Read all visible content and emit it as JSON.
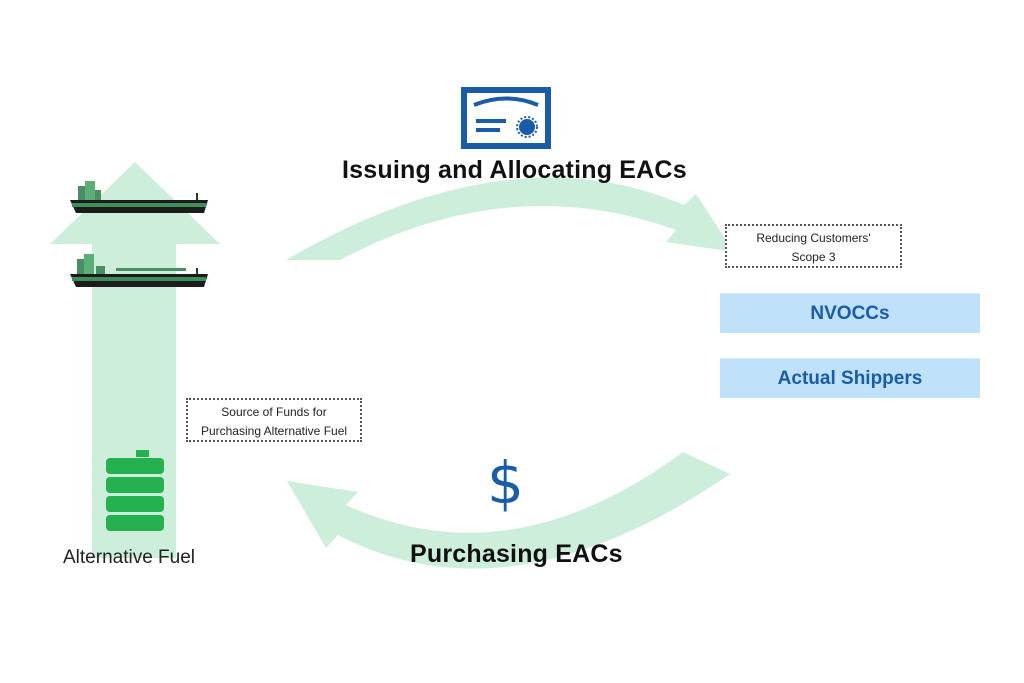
{
  "labels": {
    "issuing": "Issuing and Allocating EACs",
    "purchasing": "Purchasing EACs",
    "fuel": "Alternative Fuel",
    "scope_line1": "Reducing Customers'",
    "scope_line2": "Scope 3",
    "funds_line1": "Source of Funds for",
    "funds_line2": "Purchasing Alternative Fuel",
    "dollar": "$"
  },
  "recipients": [
    "NVOCCs",
    "Actual Shippers"
  ],
  "icons": {
    "certificate": "certificate-icon",
    "dollar": "dollar-icon",
    "fuel": "fuel-barrel-icon",
    "ship": "ship-icon"
  },
  "colors": {
    "arrow_fill": "#cdeedb",
    "accent_blue": "#1a5ca8",
    "bar_fill": "#bfe2fa",
    "barrel_green": "#24b14f"
  }
}
